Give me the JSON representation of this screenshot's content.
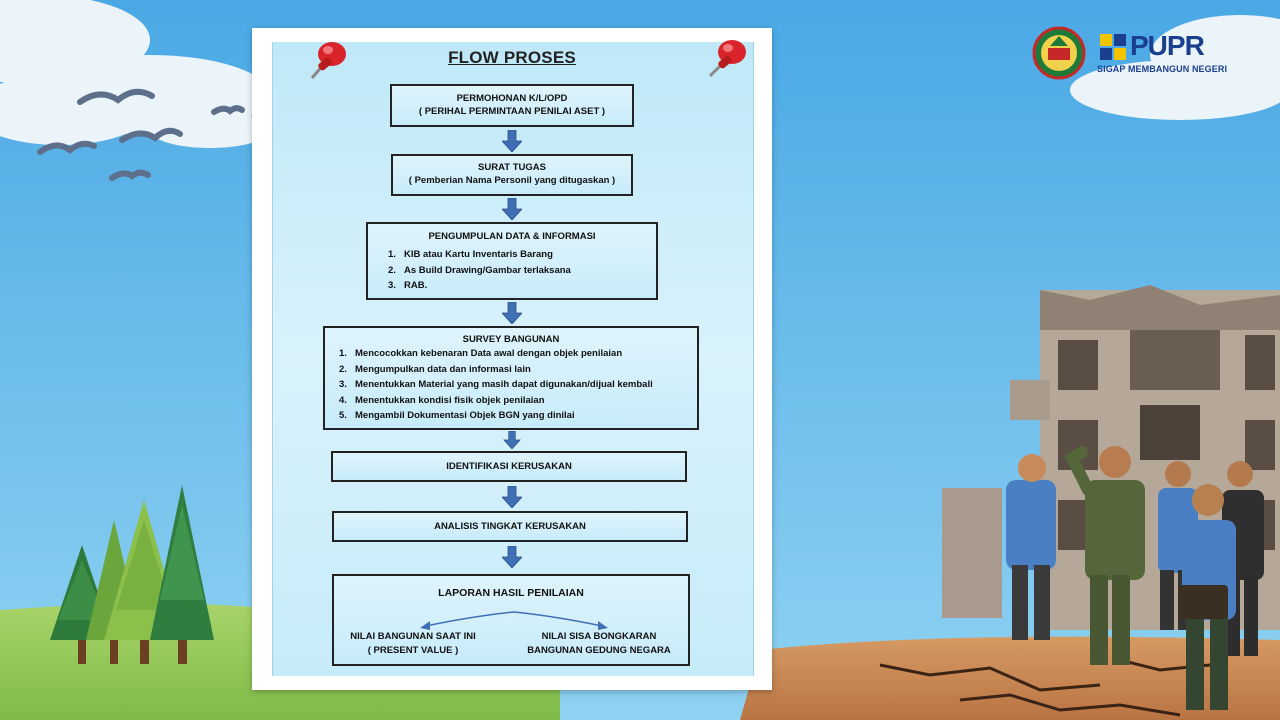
{
  "flowchart": {
    "title": "FLOW PROSES",
    "step1": {
      "title": "PERMOHONAN K/L/OPD",
      "subtitle": "( PERIHAL PERMINTAAN PENILAI ASET )"
    },
    "step2": {
      "title": "SURAT TUGAS",
      "subtitle": "( Pemberian Nama Personil yang ditugaskan )"
    },
    "step3": {
      "title": "PENGUMPULAN DATA & INFORMASI",
      "items": [
        {
          "num": "1.",
          "text": "KIB atau Kartu Inventaris Barang"
        },
        {
          "num": "2.",
          "text": "As Build Drawing/Gambar terlaksana"
        },
        {
          "num": "3.",
          "text": "RAB."
        }
      ]
    },
    "step4": {
      "title": "SURVEY BANGUNAN",
      "items": [
        {
          "num": "1.",
          "text": "Mencocokkan kebenaran Data awal dengan objek penilaian"
        },
        {
          "num": "2.",
          "text": "Mengumpulkan data dan informasi lain"
        },
        {
          "num": "3.",
          "text": "Menentukkan Material yang masih dapat digunakan/dijual kembali"
        },
        {
          "num": "4.",
          "text": "Menentukkan kondisi fisik objek penilaian"
        },
        {
          "num": "5.",
          "text": "Mengambil Dokumentasi Objek BGN yang dinilai"
        }
      ]
    },
    "step5": {
      "title": "IDENTIFIKASI KERUSAKAN"
    },
    "step6": {
      "title": "ANALISIS TINGKAT KERUSAKAN"
    },
    "step7": {
      "title": "LAPORAN HASIL PENILAIAN",
      "left_line1": "NILAI BANGUNAN SAAT INI",
      "left_line2": "( PRESENT VALUE )",
      "right_line1": "NILAI SISA BONGKARAN",
      "right_line2": "BANGUNAN GEDUNG NEGARA"
    }
  },
  "branding": {
    "pupr_logo_text": "PUPR",
    "tagline": "SIGAP MEMBANGUN NEGERI"
  },
  "colors": {
    "sky": "#5ab3e6",
    "flow_box": "#cdeefb",
    "arrow": "#3f6fb5",
    "pin": "#d9242b",
    "brand_blue": "#1b3f8f",
    "brand_yellow": "#f5c400"
  }
}
